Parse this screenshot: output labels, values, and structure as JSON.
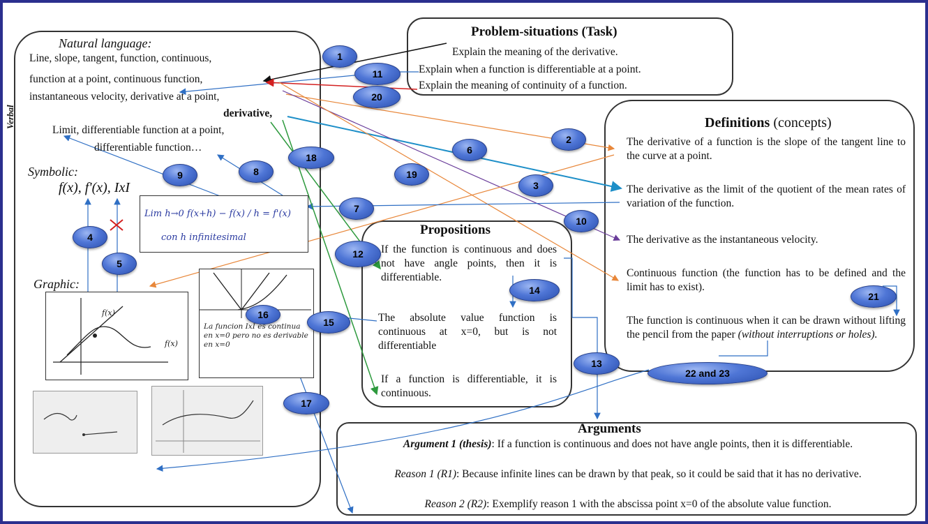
{
  "colors": {
    "frame": "#2b2f8e",
    "badge": "#4f76d6",
    "arrow_black": "#111111",
    "arrow_blue": "#2f6fc4",
    "arrow_red": "#d32020",
    "arrow_orange": "#e8873a",
    "arrow_green": "#2e9a3e",
    "arrow_purple": "#6a3d9a",
    "arrow_cyan": "#1e8fc8"
  },
  "verbal": {
    "side_label": "Verbal",
    "natural_language_heading": "Natural language:",
    "lines": [
      "Line, slope, tangent, function, continuous,",
      "function at a point, continuous function,",
      "instantaneous velocity, derivative at a point,",
      "derivative,",
      "Limit, differentiable function at a point,",
      "differentiable function…"
    ],
    "symbolic_heading": "Symbolic:",
    "symbols": "f(x), f'(x), IxI",
    "graphic_heading": "Graphic:",
    "handwritten_limit": "Lim h→0  f(x+h) − f(x) / h = f'(x)",
    "handwritten_con": "con  h  infinitesimal",
    "graph_label_fx": "f(x)",
    "graph_label_fx2": "f(x)",
    "handwritten_abs": "La funcion IxI es continua en x=0 pero no es derivable en x=0"
  },
  "problem": {
    "heading": "Problem-situations (Task)",
    "items": [
      "Explain the meaning of the derivative.",
      "Explain when a function is differentiable at a point.",
      "Explain the meaning of continuity of a function."
    ]
  },
  "definitions": {
    "heading_bold": "Definitions",
    "heading_rest": " (concepts)",
    "items": [
      "The derivative of a function is the slope of the tangent line to the curve at a point.",
      "The derivative as the limit of the quotient of the mean rates of variation of the function.",
      "The derivative as the instantaneous velocity.",
      "Continuous function (the function has to be defined and the limit has to exist)."
    ],
    "last_item": "The function is continuous when it can be drawn without lifting the pencil from the paper",
    "last_item_italic": " (without interruptions or holes)."
  },
  "propositions": {
    "heading": "Propositions",
    "items": [
      "If the function is continuous and does not have angle points, then it is differentiable.",
      "The absolute value function is continuous at x=0, but is not differentiable",
      "If a function is differentiable, it is continuous."
    ]
  },
  "arguments": {
    "heading": "Arguments",
    "arg1_label": "Argument 1 (thesis)",
    "arg1_text": ": If a function is continuous and does not have angle points, then it is differentiable.",
    "reason1_label": "Reason 1 (R1)",
    "reason1_text": ": Because infinite lines can be drawn by that peak, so it could be said that it has no derivative.",
    "reason2_label": "Reason 2 (R2)",
    "reason2_text": ": Exemplify reason 1 with the abscissa point x=0 of the absolute value function."
  },
  "badges": [
    "1",
    "2",
    "3",
    "4",
    "5",
    "6",
    "7",
    "8",
    "9",
    "10",
    "11",
    "12",
    "13",
    "14",
    "15",
    "16",
    "17",
    "18",
    "19",
    "20",
    "21",
    "22 and 23"
  ]
}
